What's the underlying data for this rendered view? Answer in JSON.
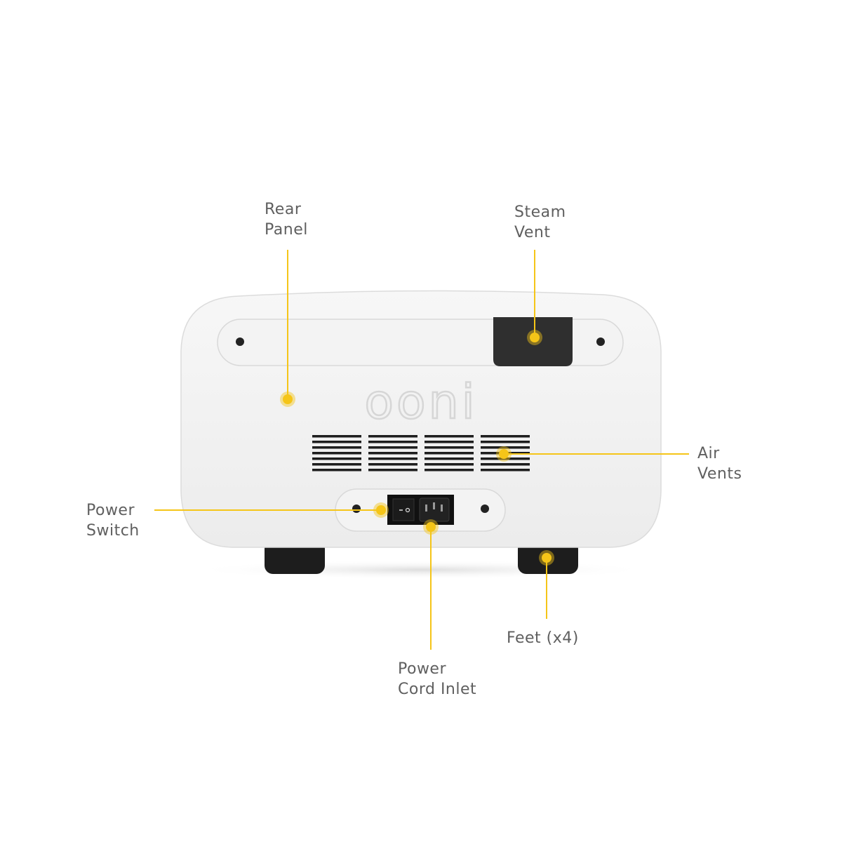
{
  "brand": {
    "logo_text": "ooni"
  },
  "accent_color": "#f5c518",
  "callouts": {
    "rear_panel": {
      "line1": "Rear",
      "line2": "Panel"
    },
    "steam_vent": {
      "line1": "Steam",
      "line2": "Vent"
    },
    "air_vents": {
      "line1": "Air",
      "line2": "Vents"
    },
    "power_switch": {
      "line1": "Power",
      "line2": "Switch"
    },
    "feet": {
      "line1": "Feet (x4)"
    },
    "power_cord": {
      "line1": "Power",
      "line2": "Cord Inlet"
    }
  }
}
